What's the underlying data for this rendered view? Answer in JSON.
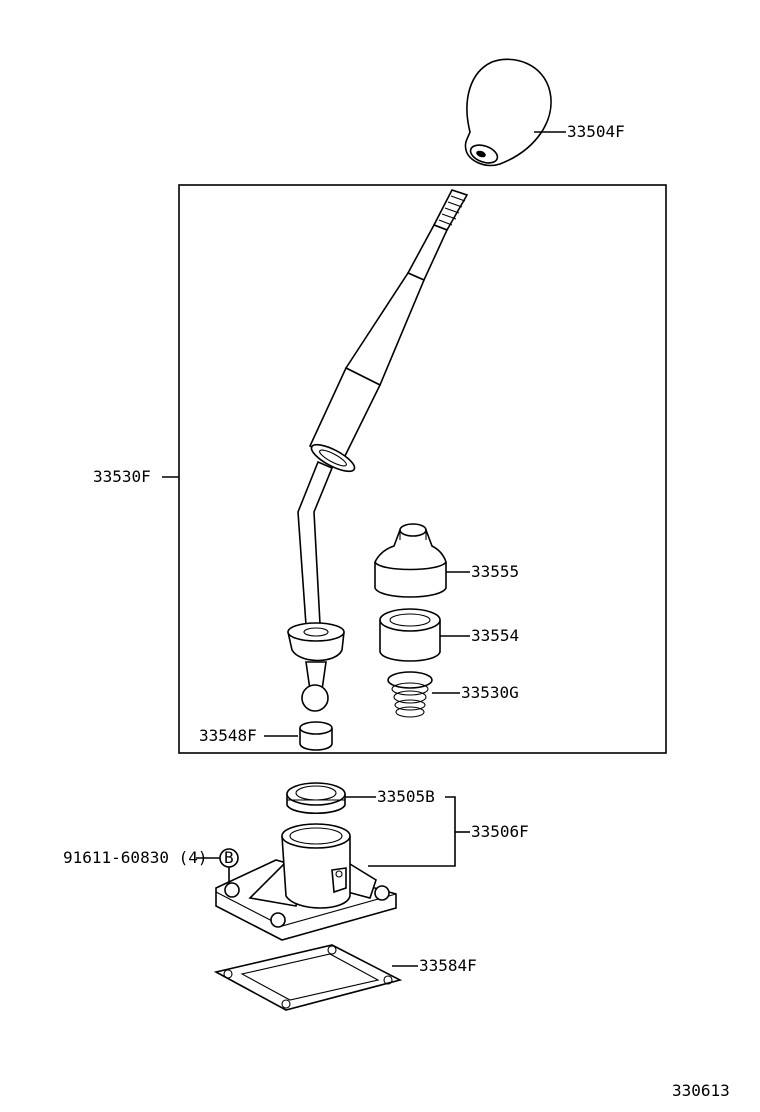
{
  "labels": {
    "knob": "33504F",
    "lever_assy": "33530F",
    "boot": "33555",
    "bushing": "33554",
    "spring": "33530G",
    "seat": "33548F",
    "seal": "33505B",
    "retainer": "33506F",
    "bolt": "91611-60830 (4)",
    "bolt_marker": "B",
    "gasket": "33584F"
  },
  "figure_code": "330613"
}
